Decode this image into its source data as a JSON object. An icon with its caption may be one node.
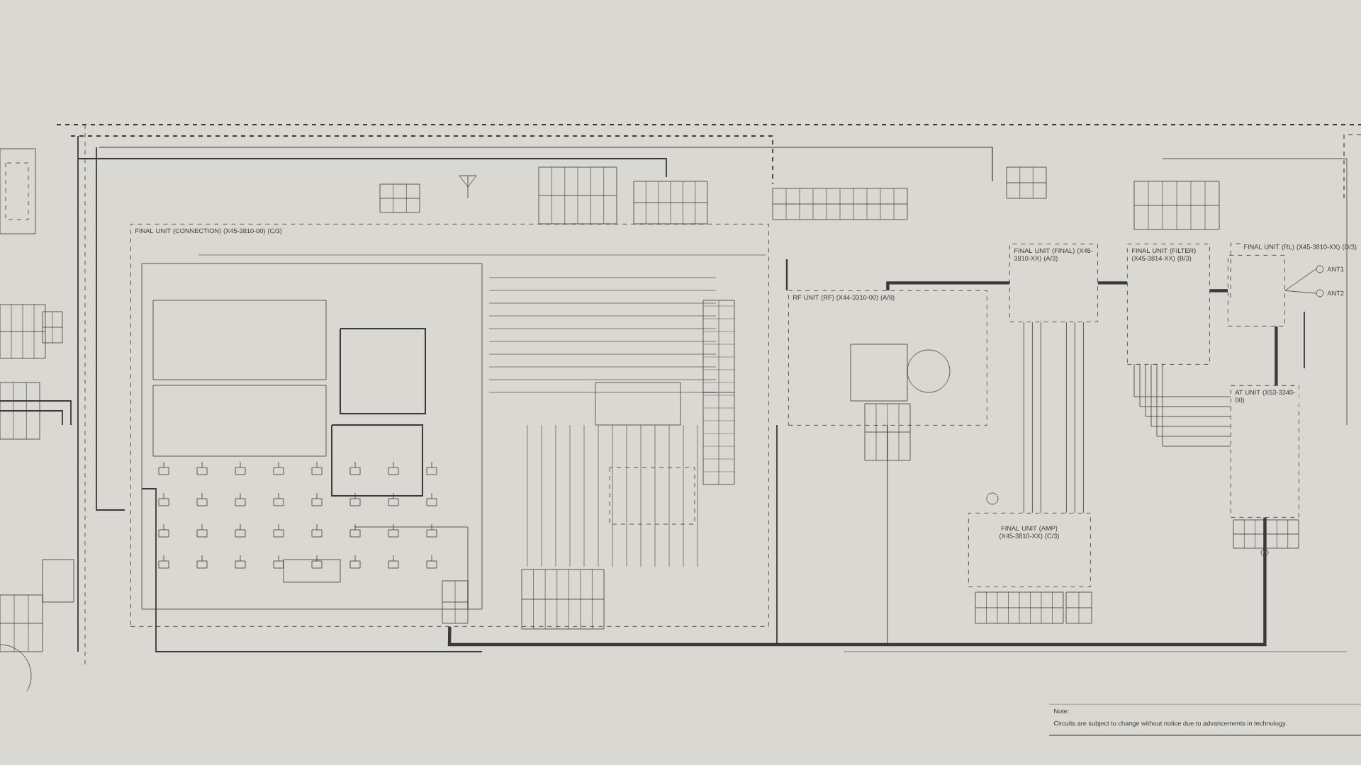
{
  "diagram": {
    "nodes": [
      {
        "text": [
          "FINAL UNIT (CONNECTION) (X45-3810-00) (C/3)"
        ]
      },
      {
        "text": [
          "RF UNIT (RF) (X44-3310-00) (A/9)"
        ]
      },
      {
        "text": [
          "FINAL UNIT (FINAL) (X45-3810-XX) (A/3)"
        ]
      },
      {
        "text": [
          "FINAL UNIT (FILTER) (X45-3814-XX) (B/3)"
        ]
      },
      {
        "text": [
          "FINAL UNIT (RL) (X45-3810-XX) (D/3)"
        ]
      },
      {
        "text": [
          "FINAL UNIT (AMP) (X45-3810-XX) (C/3)"
        ]
      },
      {
        "text": [
          "AT UNIT (X53-3340-00)"
        ]
      },
      {
        "text": [
          "ANT1"
        ]
      },
      {
        "text": [
          "ANT2"
        ]
      },
      {
        "text": [],
        "shape": "circle",
        "in": 1
      }
    ],
    "edges": [
      {
        "from": 1,
        "to": 2,
        "arrow": "none",
        "style": "thick"
      },
      {
        "from": 2,
        "to": 3,
        "arrow": "none",
        "style": "thick"
      },
      {
        "from": 3,
        "to": 4,
        "arrow": "none",
        "style": "thick"
      },
      {
        "from": 4,
        "to": 7,
        "arrow": "none"
      },
      {
        "from": 4,
        "to": 8,
        "arrow": "none"
      },
      {
        "from": 2,
        "to": 5,
        "arrow": "none"
      },
      {
        "from": 2,
        "to": 5,
        "arrow": "none"
      },
      {
        "from": 2,
        "to": 5,
        "arrow": "none"
      },
      {
        "from": 2,
        "to": 5,
        "arrow": "none"
      },
      {
        "from": 2,
        "to": 5,
        "arrow": "none"
      },
      {
        "from": 2,
        "to": 5,
        "arrow": "none"
      },
      {
        "from": 3,
        "to": 6,
        "arrow": "none"
      },
      {
        "from": 3,
        "to": 6,
        "arrow": "none"
      },
      {
        "from": 3,
        "to": 6,
        "arrow": "none"
      },
      {
        "from": 3,
        "to": 6,
        "arrow": "none"
      },
      {
        "from": 3,
        "to": 6,
        "arrow": "none"
      },
      {
        "from": 3,
        "to": 6,
        "arrow": "none"
      },
      {
        "from": 4,
        "to": 6,
        "arrow": "none",
        "style": "thick"
      },
      {
        "from": 6,
        "to": 0,
        "arrow": "none",
        "style": "thick"
      }
    ],
    "labels": [
      "Note:",
      "Circuits are subject to change without notice due to advancements in technology."
    ]
  }
}
